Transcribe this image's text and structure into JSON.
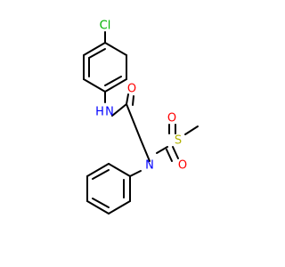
{
  "molecule": {
    "atoms": {
      "cl": {
        "symbol": "Cl",
        "color": "#00b200"
      },
      "nh": {
        "symbol": "N",
        "h": "H",
        "color": "#0000ff"
      },
      "n_sulfonamide": {
        "symbol": "N",
        "color": "#0000ff"
      },
      "o_carbonyl": {
        "symbol": "O",
        "color": "#ff0000"
      },
      "o_sulfonyl_1": {
        "symbol": "O",
        "color": "#ff0000"
      },
      "o_sulfonyl_2": {
        "symbol": "O",
        "color": "#ff0000"
      },
      "s": {
        "symbol": "S",
        "color": "#b2b200"
      }
    },
    "bond_color": "#000000"
  }
}
